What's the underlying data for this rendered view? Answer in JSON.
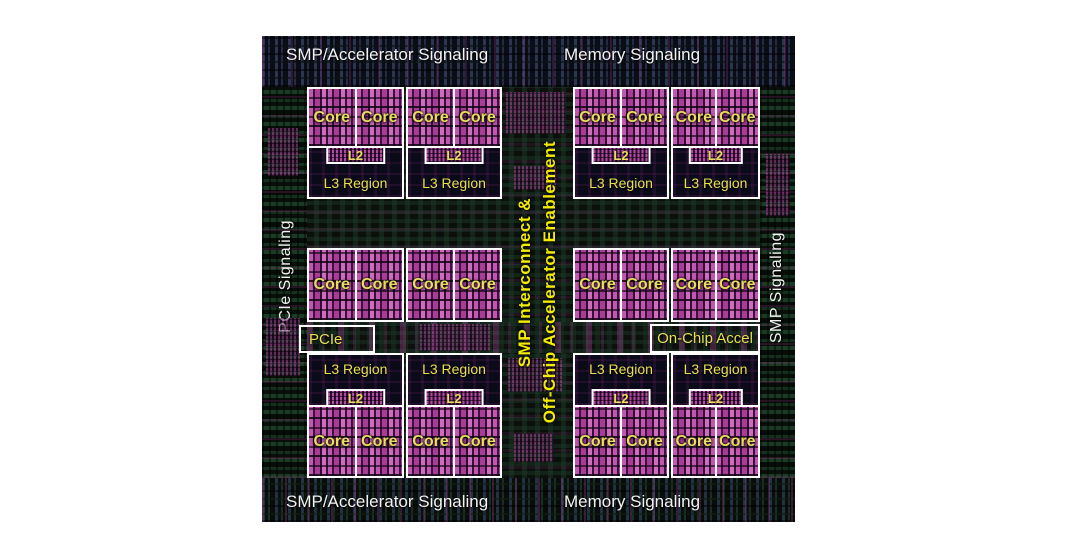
{
  "die": {
    "bands": {
      "top_left": "SMP/Accelerator Signaling",
      "top_right": "Memory Signaling",
      "bottom_left": "SMP/Accelerator Signaling",
      "bottom_right": "Memory Signaling",
      "left_vertical": "PCIe Signaling",
      "right_vertical": "SMP Signaling"
    },
    "center_column": {
      "line1": "SMP Interconnect &",
      "line2": "Off-Chip Accelerator Enablement"
    },
    "labels": {
      "core": "Core",
      "l2": "L2",
      "l3_region": "L3 Region",
      "pcie": "PCIe",
      "on_chip_accel": "On-Chip Accel"
    },
    "colors": {
      "label_yellow": "#e8df55",
      "center_text_yellow": "#f4ec00",
      "band_text_white": "#f2f2f2",
      "circuit_magenta": "#c157ae",
      "die_background": "#0b100c",
      "box_border_white": "#ffffff",
      "page_background": "#ffffff"
    }
  }
}
